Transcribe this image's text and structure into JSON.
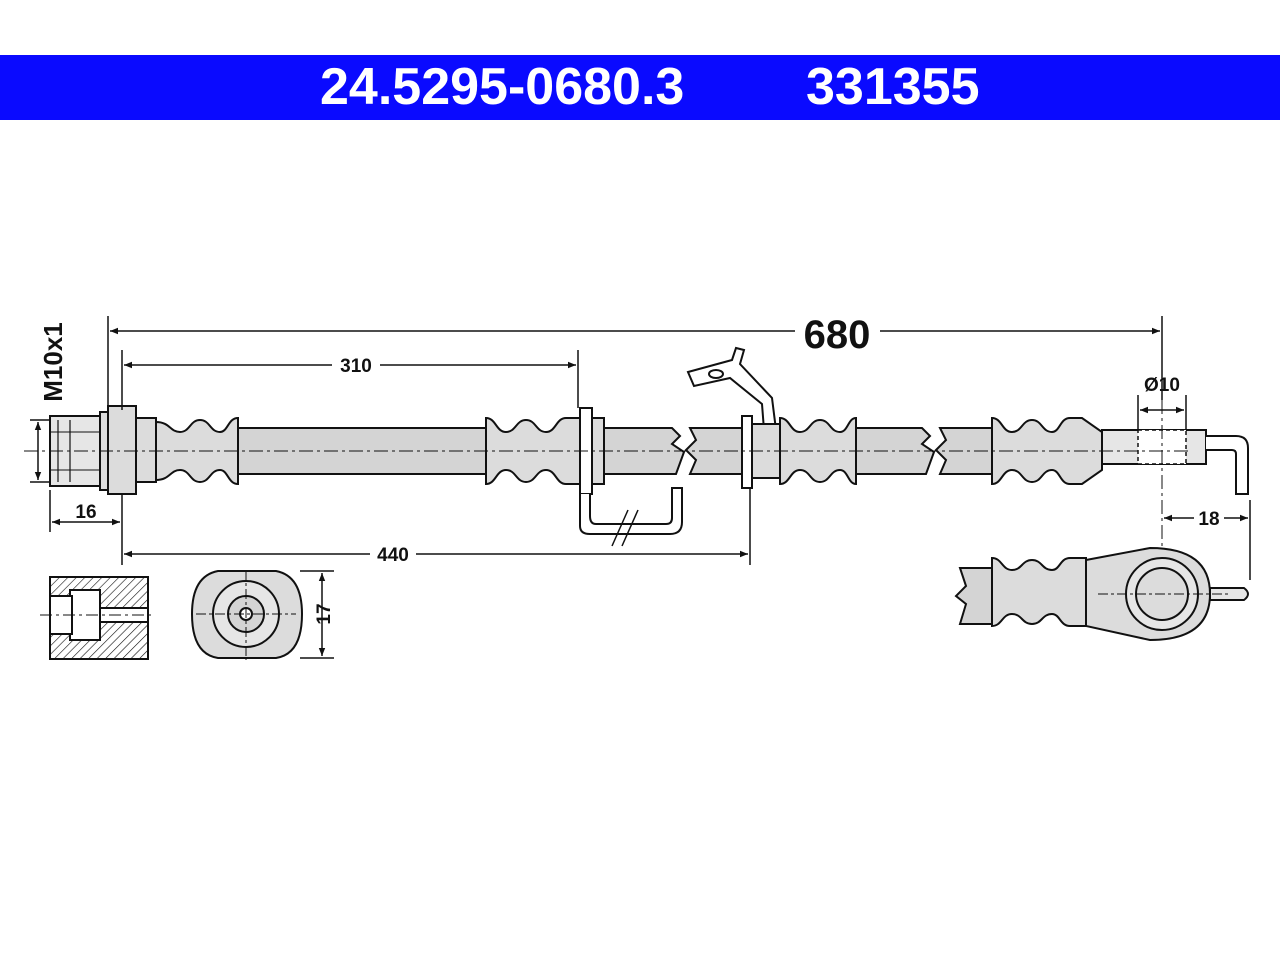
{
  "header": {
    "part_number": "24.5295-0680.3",
    "ref_number": "331355"
  },
  "dimensions": {
    "overall_length": "680",
    "thread": "M10x1",
    "to_first_bracket": "310",
    "to_second_bracket": "440",
    "end_fitting": "16",
    "eye_diameter": "Ø10",
    "eye_offset": "18",
    "hex_width": "17"
  },
  "colors": {
    "banner": "#0a0aff",
    "banner_text": "#ffffff",
    "line": "#111111",
    "fill": "#dcdcdc"
  }
}
